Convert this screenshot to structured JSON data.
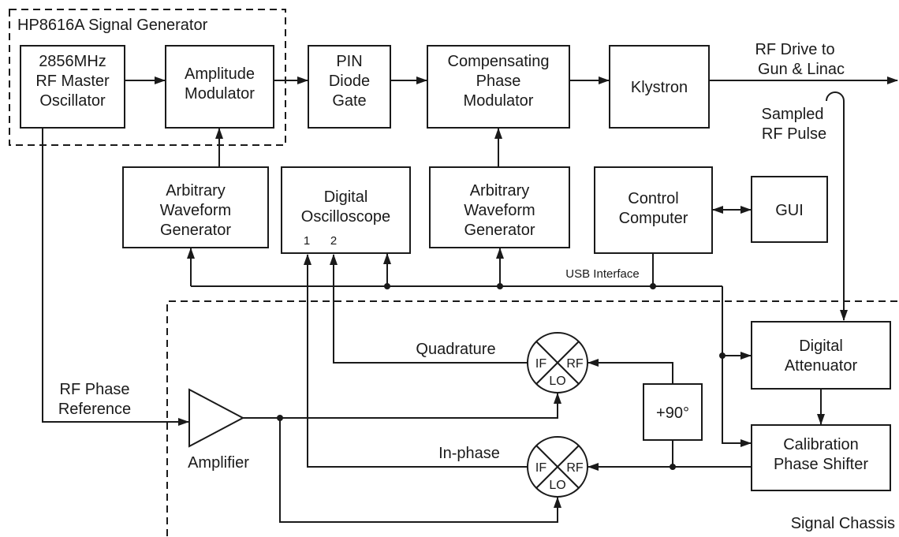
{
  "groups": {
    "signal_generator": "HP8616A Signal Generator",
    "signal_chassis": "Signal Chassis"
  },
  "blocks": {
    "master_oscillator": [
      "2856MHz",
      "RF Master",
      "Oscillator"
    ],
    "amplitude_modulator": [
      "Amplitude",
      "Modulator"
    ],
    "pin_diode_gate": [
      "PIN",
      "Diode",
      "Gate"
    ],
    "compensating_phase_modulator": [
      "Compensating",
      "Phase",
      "Modulator"
    ],
    "klystron": [
      "Klystron"
    ],
    "awg_left": [
      "Arbitrary",
      "Waveform",
      "Generator"
    ],
    "digital_oscilloscope": [
      "Digital",
      "Oscilloscope"
    ],
    "awg_right": [
      "Arbitrary",
      "Waveform",
      "Generator"
    ],
    "control_computer": [
      "Control",
      "Computer"
    ],
    "gui": [
      "GUI"
    ],
    "digital_attenuator": [
      "Digital",
      "Attenuator"
    ],
    "calibration_phase_shifter": [
      "Calibration",
      "Phase Shifter"
    ],
    "phase_shift_90": [
      "+90°"
    ]
  },
  "scope_channels": [
    "1",
    "2"
  ],
  "mixer_ports": {
    "if": "IF",
    "rf": "RF",
    "lo": "LO"
  },
  "labels": {
    "rf_drive": [
      "RF Drive to",
      "Gun & Linac"
    ],
    "sampled_rf": [
      "Sampled",
      "RF Pulse"
    ],
    "usb": "USB Interface",
    "quadrature": "Quadrature",
    "in_phase": "In-phase",
    "rf_phase_reference": [
      "RF Phase",
      "Reference"
    ],
    "amplifier": "Amplifier"
  }
}
